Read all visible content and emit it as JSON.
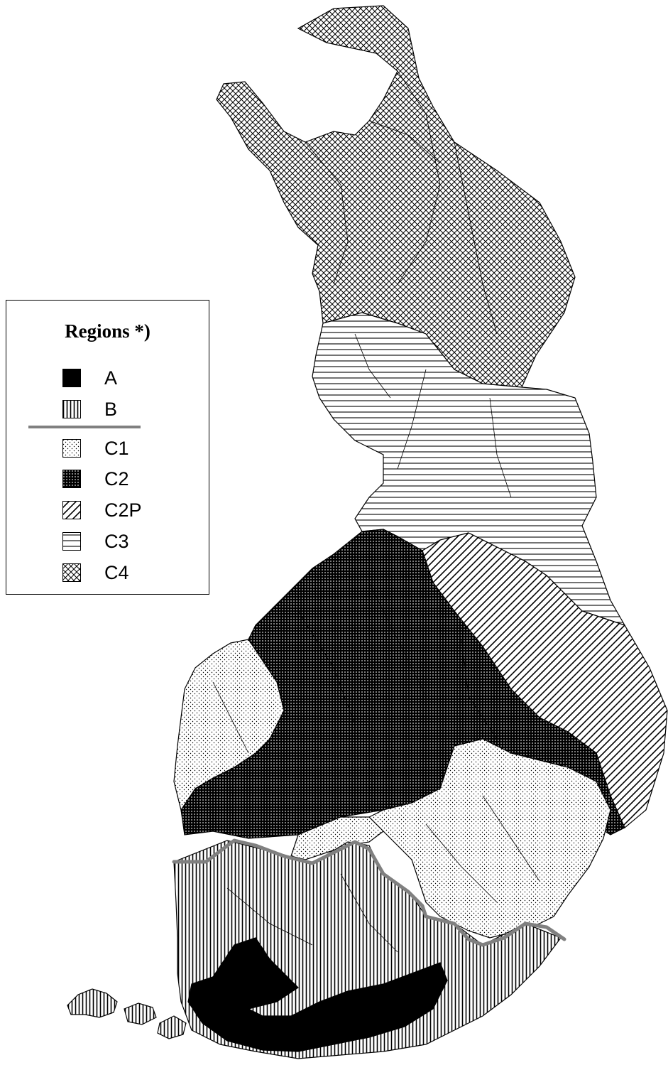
{
  "legend": {
    "title": "Regions *)",
    "items": [
      {
        "code": "A",
        "pattern": "solid-black"
      },
      {
        "code": "B",
        "pattern": "vertical-lines"
      },
      {
        "code": "C1",
        "pattern": "dots"
      },
      {
        "code": "C2",
        "pattern": "dense-grid"
      },
      {
        "code": "C2P",
        "pattern": "diagonal-lines"
      },
      {
        "code": "C3",
        "pattern": "horizontal-lines"
      },
      {
        "code": "C4",
        "pattern": "cross-hatch"
      }
    ]
  },
  "colors": {
    "ink": "#000000",
    "paper": "#ffffff",
    "divider": "#808080"
  }
}
